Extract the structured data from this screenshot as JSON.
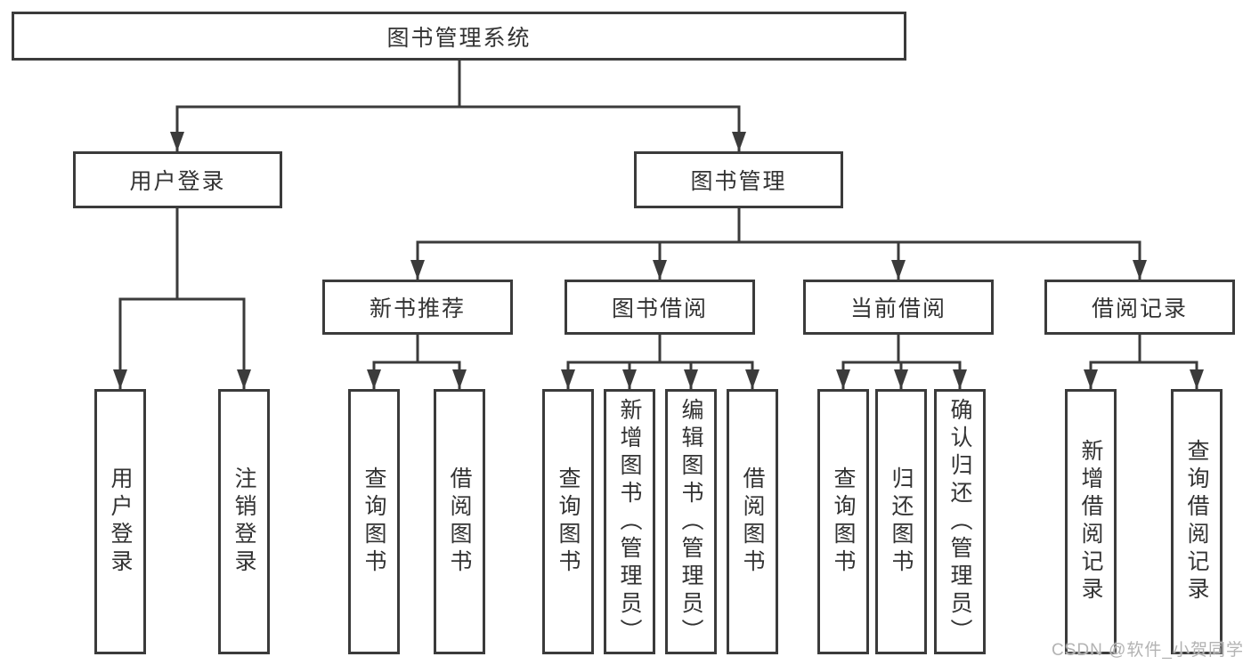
{
  "diagram_type": "hierarchy-tree",
  "colors": {
    "line": "#3b3b3b",
    "box_border": "#3b3b3b",
    "box_fill": "#ffffff",
    "text": "#333333",
    "watermark": "#b3b3b3"
  },
  "tree": {
    "root": {
      "label": "图书管理系统",
      "children": [
        {
          "label": "用户登录",
          "children": [
            {
              "label": "用户登录"
            },
            {
              "label": "注销登录"
            }
          ]
        },
        {
          "label": "图书管理",
          "children": [
            {
              "label": "新书推荐",
              "children": [
                {
                  "label": "查询图书"
                },
                {
                  "label": "借阅图书"
                }
              ]
            },
            {
              "label": "图书借阅",
              "children": [
                {
                  "label": "查询图书"
                },
                {
                  "label": "新增图书（管理员）"
                },
                {
                  "label": "编辑图书（管理员）"
                },
                {
                  "label": "借阅图书"
                }
              ]
            },
            {
              "label": "当前借阅",
              "children": [
                {
                  "label": "查询图书"
                },
                {
                  "label": "归还图书"
                },
                {
                  "label": "确认归还（管理员）"
                }
              ]
            },
            {
              "label": "借阅记录",
              "children": [
                {
                  "label": "新增借阅记录"
                },
                {
                  "label": "查询借阅记录"
                }
              ]
            }
          ]
        }
      ]
    }
  },
  "watermark": {
    "text": "CSDN @软件_小贺同学"
  }
}
